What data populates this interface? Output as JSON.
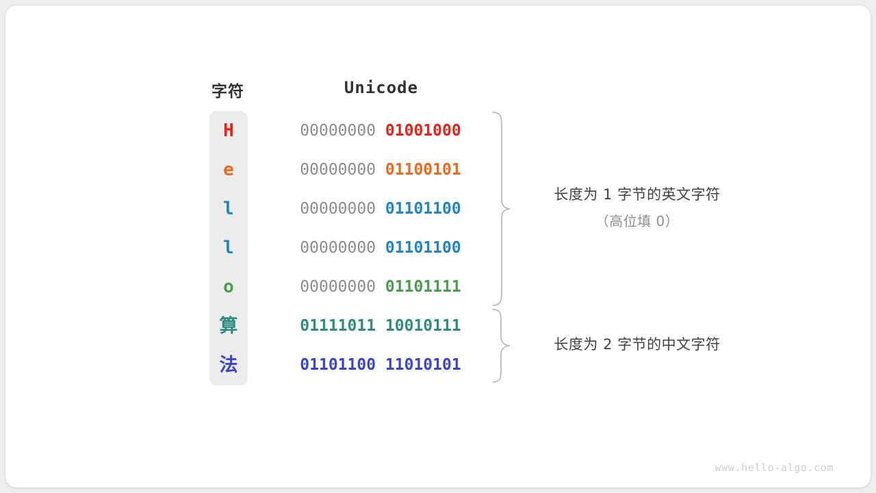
{
  "diagram": {
    "title_bar": null,
    "headers": {
      "char_label": "字符",
      "unicode_label": "Unicode"
    },
    "colors": {
      "char_column_bg": "#ececec",
      "high_bits": "#8c8c8c",
      "annotation_primary": "#414141",
      "annotation_secondary": "#8e8e8e",
      "brace": "#b0b0b0",
      "watermark": "#cfcfcf",
      "card_bg": "#ffffff",
      "page_bg": "#eeeeee"
    },
    "rows": [
      {
        "char": "H",
        "char_color": "#e5231b",
        "high_bits": "00000000",
        "low_bits": "01001000",
        "low_color": "#e5231b",
        "group": "ascii"
      },
      {
        "char": "e",
        "char_color": "#ec6a1e",
        "high_bits": "00000000",
        "low_bits": "01100101",
        "low_color": "#ec6a1e",
        "group": "ascii"
      },
      {
        "char": "l",
        "char_color": "#1f84c8",
        "high_bits": "00000000",
        "low_bits": "01101100",
        "low_color": "#1f84c8",
        "group": "ascii"
      },
      {
        "char": "l",
        "char_color": "#1f84c8",
        "high_bits": "00000000",
        "low_bits": "01101100",
        "low_color": "#1f84c8",
        "group": "ascii"
      },
      {
        "char": "o",
        "char_color": "#4a9c4e",
        "high_bits": "00000000",
        "low_bits": "01101111",
        "low_color": "#4a9c4e",
        "group": "ascii"
      },
      {
        "char": "算",
        "char_color": "#2e8b7f",
        "high_bits": "01111011",
        "low_bits": "10010111",
        "low_color": "#2e8b7f",
        "group": "cjk"
      },
      {
        "char": "法",
        "char_color": "#3a44cc",
        "high_bits": "01101100",
        "low_bits": "11010101",
        "low_color": "#3a44cc",
        "group": "cjk"
      }
    ],
    "annotations": [
      {
        "line1": "长度为 1 字节的英文字符",
        "line2": "（高位填 0）"
      },
      {
        "line1": "长度为 2 字节的中文字符",
        "line2": ""
      }
    ],
    "watermark": "www.hello-algo.com"
  }
}
